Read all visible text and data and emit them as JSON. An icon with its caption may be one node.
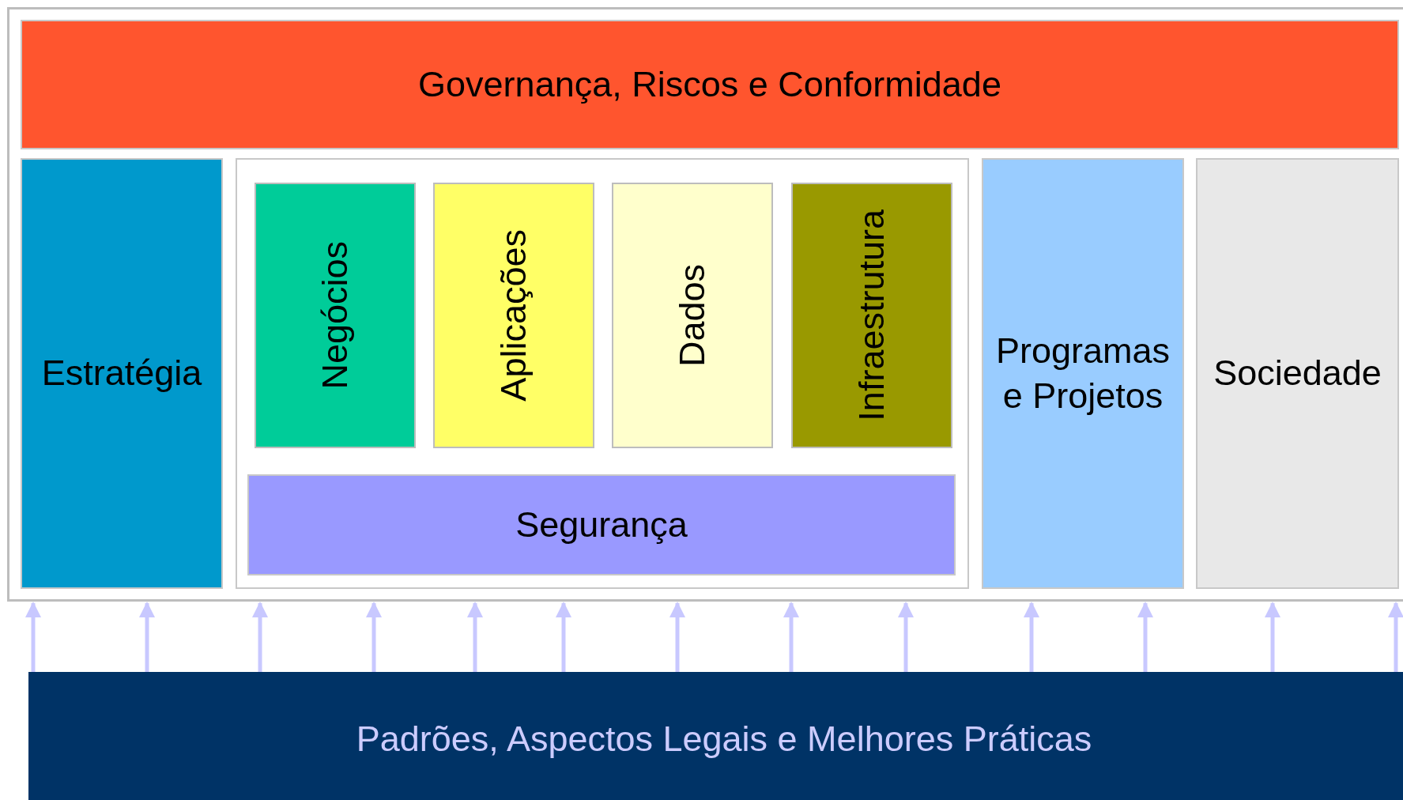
{
  "diagram": {
    "nodes": [
      {
        "text": [],
        "shape": "box"
      },
      {
        "text": [
          "Governança, Riscos e Conformidade"
        ],
        "in": 0
      },
      {
        "text": [
          "Estratégia"
        ],
        "in": 0
      },
      {
        "text": [],
        "shape": "box",
        "in": 0
      },
      {
        "text": [
          "Negócios"
        ],
        "in": 3
      },
      {
        "text": [
          "Aplicações"
        ],
        "in": 3
      },
      {
        "text": [
          "Dados"
        ],
        "in": 3
      },
      {
        "text": [
          "Infraestrutura"
        ],
        "in": 3
      },
      {
        "text": [
          "Segurança"
        ],
        "in": 3
      },
      {
        "text": [
          "Programas e Projetos"
        ],
        "in": 0
      },
      {
        "text": [
          "Sociedade"
        ],
        "in": 0
      },
      {
        "text": [
          "Padrões, Aspectos Legais e Melhores Práticas"
        ]
      }
    ],
    "edges": [
      {
        "from": 11,
        "to": 0,
        "arrow": "to"
      },
      {
        "from": 11,
        "to": 0,
        "arrow": "to"
      },
      {
        "from": 11,
        "to": 0,
        "arrow": "to"
      },
      {
        "from": 11,
        "to": 0,
        "arrow": "to"
      },
      {
        "from": 11,
        "to": 0,
        "arrow": "to"
      },
      {
        "from": 11,
        "to": 0,
        "arrow": "to"
      },
      {
        "from": 11,
        "to": 0,
        "arrow": "to"
      },
      {
        "from": 11,
        "to": 0,
        "arrow": "to"
      },
      {
        "from": 11,
        "to": 0,
        "arrow": "to"
      },
      {
        "from": 11,
        "to": 0,
        "arrow": "to"
      },
      {
        "from": 11,
        "to": 0,
        "arrow": "to"
      },
      {
        "from": 11,
        "to": 0,
        "arrow": "to"
      },
      {
        "from": 11,
        "to": 0,
        "arrow": "to"
      }
    ]
  }
}
